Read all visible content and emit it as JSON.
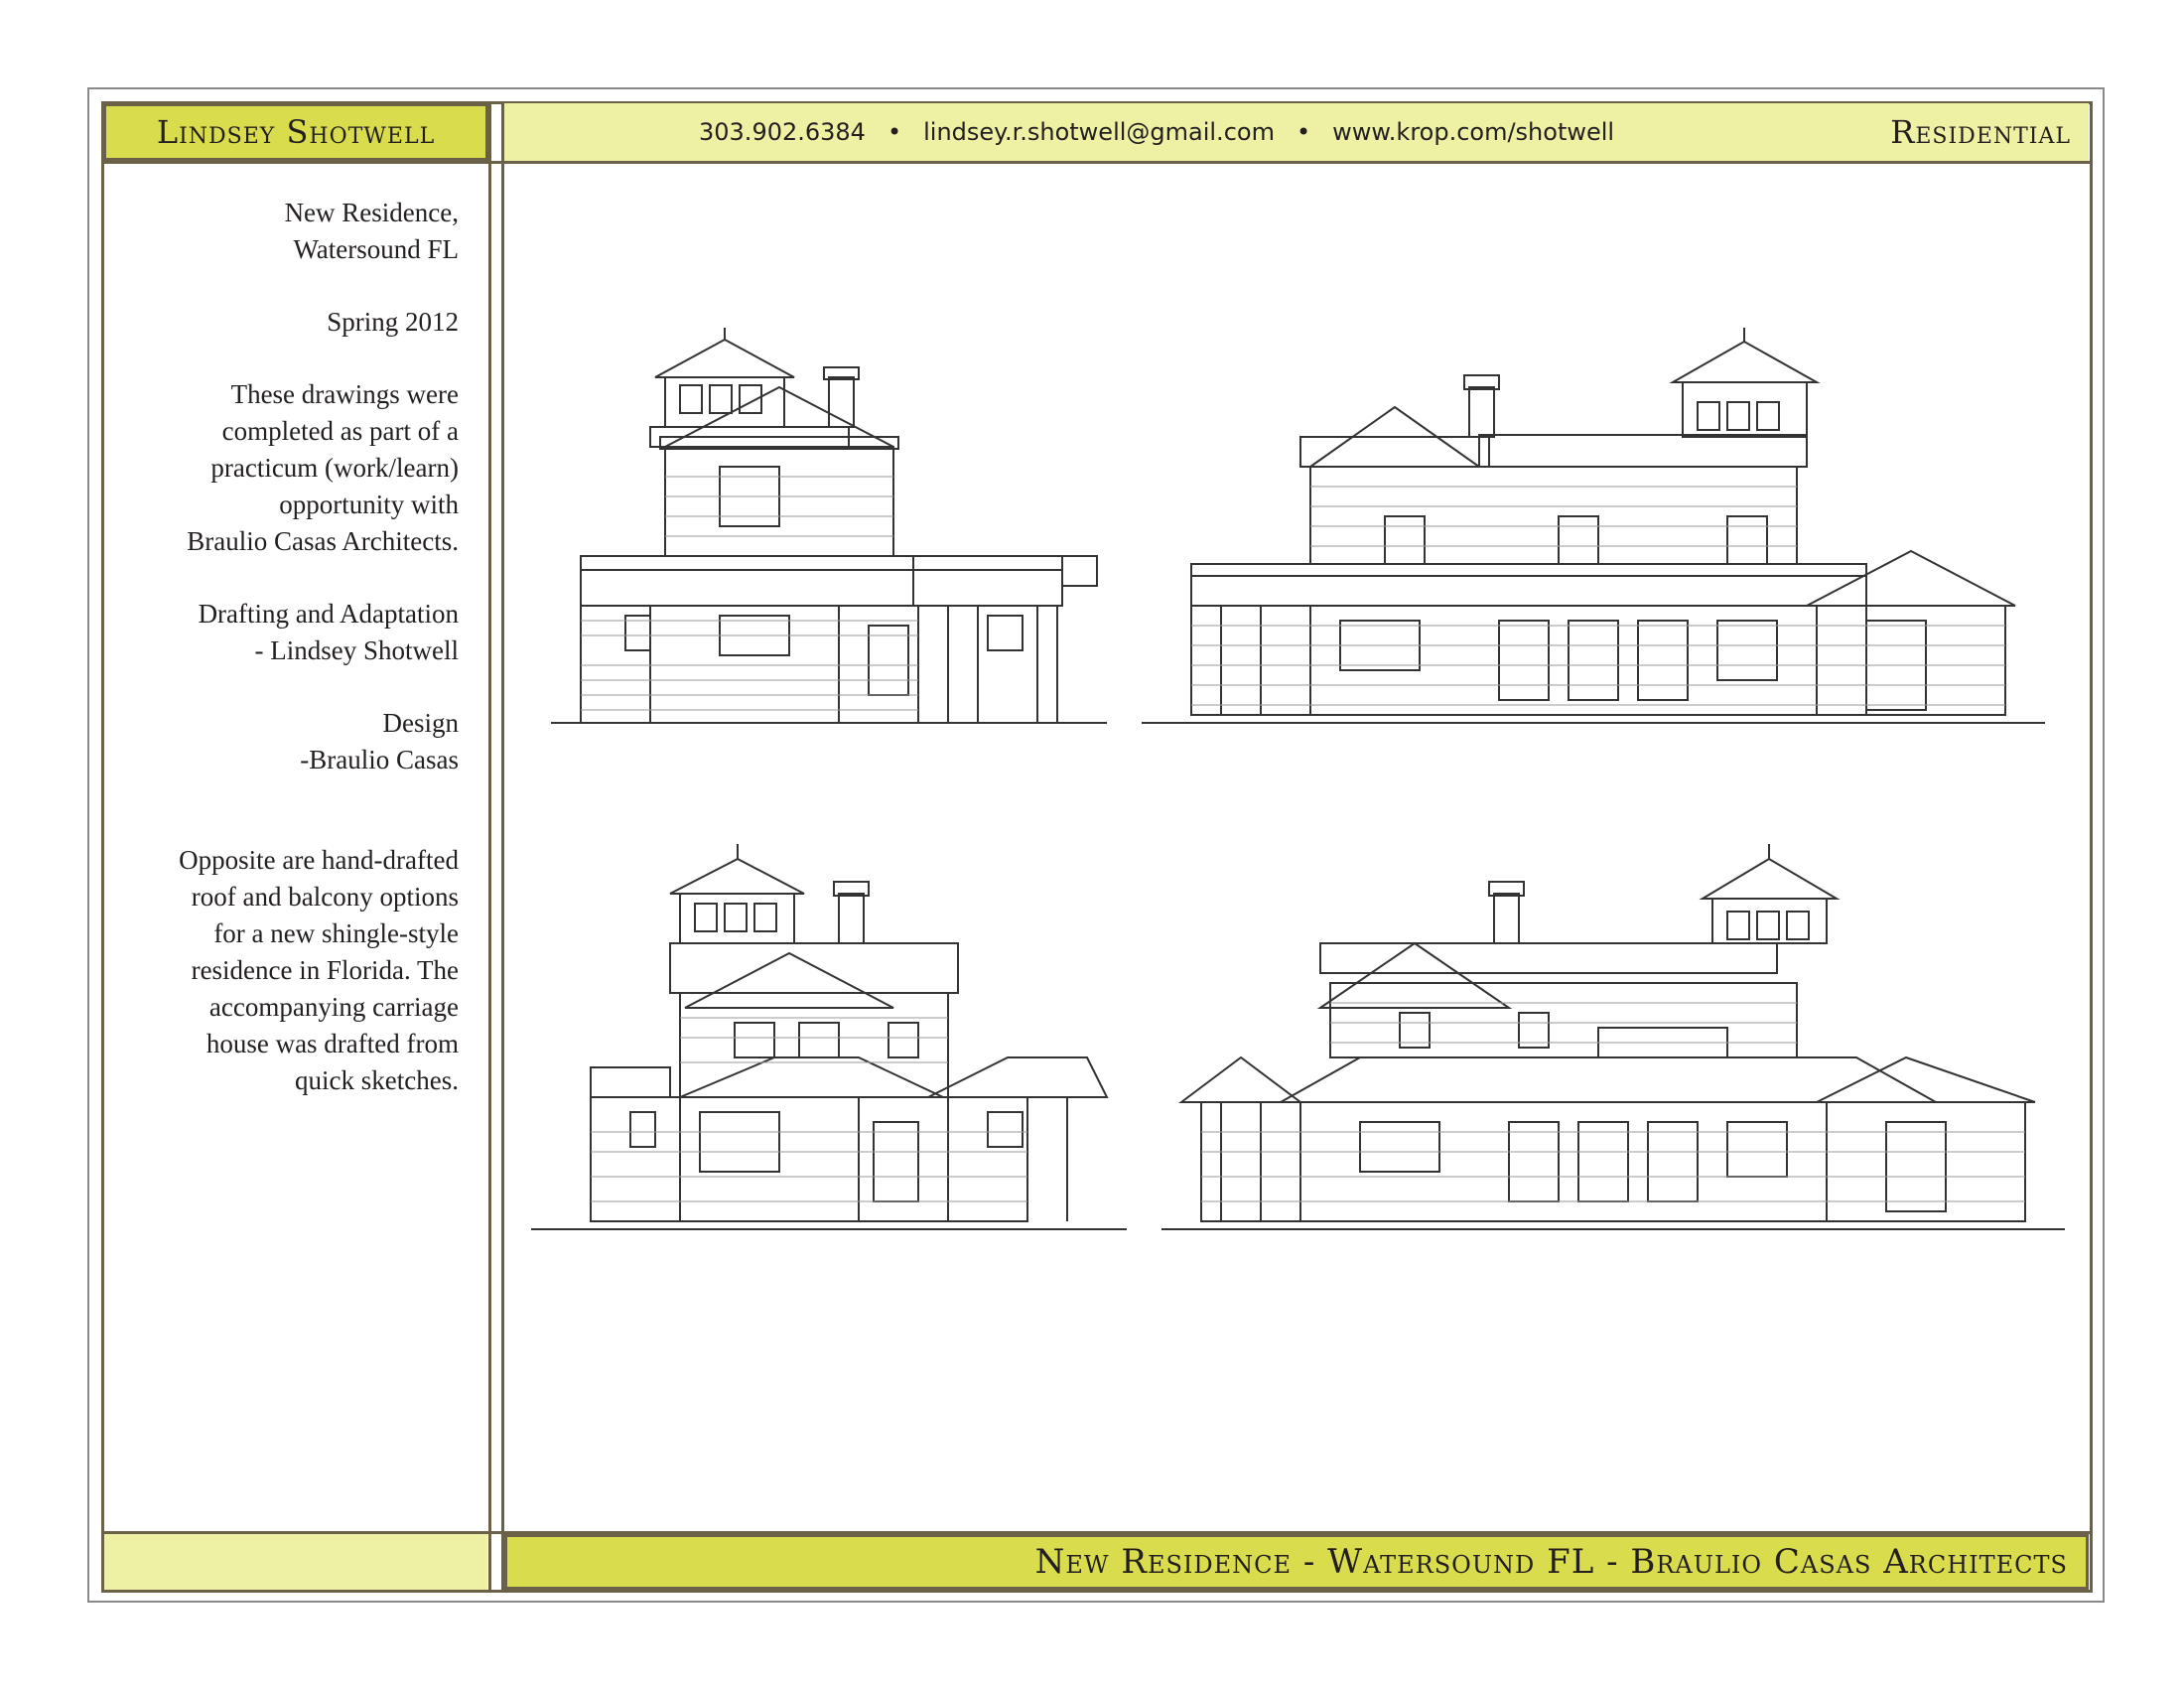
{
  "header": {
    "name": "Lindsey Shotwell",
    "phone": "303.902.6384",
    "email": "lindsey.r.shotwell@gmail.com",
    "website": "www.krop.com/shotwell",
    "separator": "•",
    "section": "Residential"
  },
  "sidebar": {
    "project_line1": "New Residence,",
    "project_line2": "Watersound FL",
    "date": "Spring 2012",
    "intro_line1": "These drawings were",
    "intro_line2": "completed as part of a",
    "intro_line3": "practicum (work/learn)",
    "intro_line4": "opportunity with",
    "intro_line5": "Braulio Casas Architects.",
    "drafting_label": "Drafting and Adaptation",
    "drafting_name": "- Lindsey Shotwell",
    "design_label": "Design",
    "design_name": "-Braulio Casas",
    "desc_line1": "Opposite are hand-drafted",
    "desc_line2": "roof and balcony options",
    "desc_line3": "for a new shingle-style",
    "desc_line4": "residence in Florida. The",
    "desc_line5": "accompanying carriage",
    "desc_line6": "house was drafted from",
    "desc_line7": "quick sketches."
  },
  "footer": {
    "title": "New Residence - Watersound FL - Braulio Casas Architects"
  },
  "drawings": [
    {
      "name": "elevation-side-balcony-option"
    },
    {
      "name": "elevation-rear-balcony-option"
    },
    {
      "name": "elevation-side-roof-option"
    },
    {
      "name": "elevation-rear-roof-option"
    }
  ],
  "colors": {
    "accent_dark": "#d9dc4c",
    "accent_light": "#eef0a4",
    "frame": "#6b6048"
  }
}
